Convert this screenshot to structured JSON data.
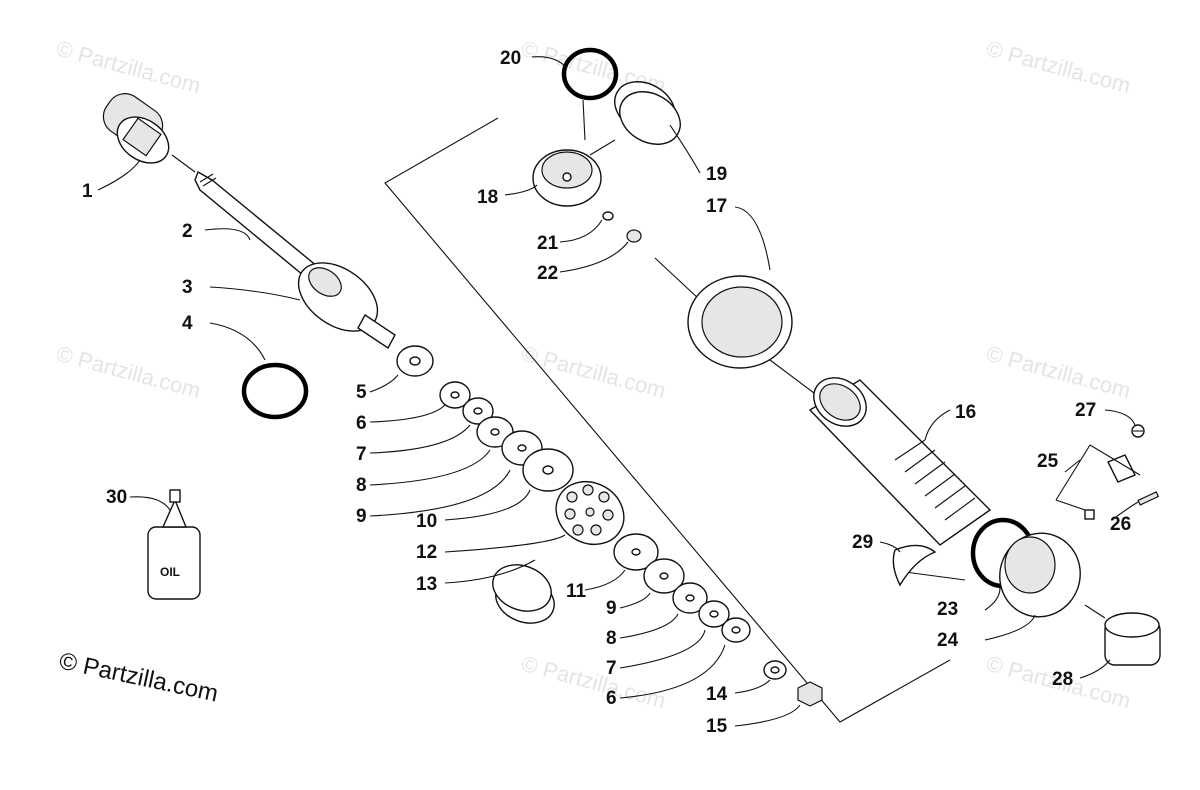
{
  "diagram": {
    "part_numbers": [
      "1",
      "2",
      "3",
      "4",
      "5",
      "6",
      "7",
      "8",
      "9",
      "10",
      "11",
      "12",
      "13",
      "14",
      "15",
      "16",
      "17",
      "18",
      "19",
      "20",
      "21",
      "22",
      "23",
      "24",
      "25",
      "26",
      "27",
      "28",
      "29",
      "30"
    ],
    "repeat_labels": {
      "six_b": "6",
      "seven_b": "7",
      "eight_b": "8",
      "nine_b": "9"
    },
    "oil_label": "OIL",
    "watermark": "© Partzilla.com",
    "copyright": "© Partzilla.com"
  },
  "colors": {
    "line": "#111111",
    "watermark": "#e4e4e4",
    "ring": "#000000"
  }
}
